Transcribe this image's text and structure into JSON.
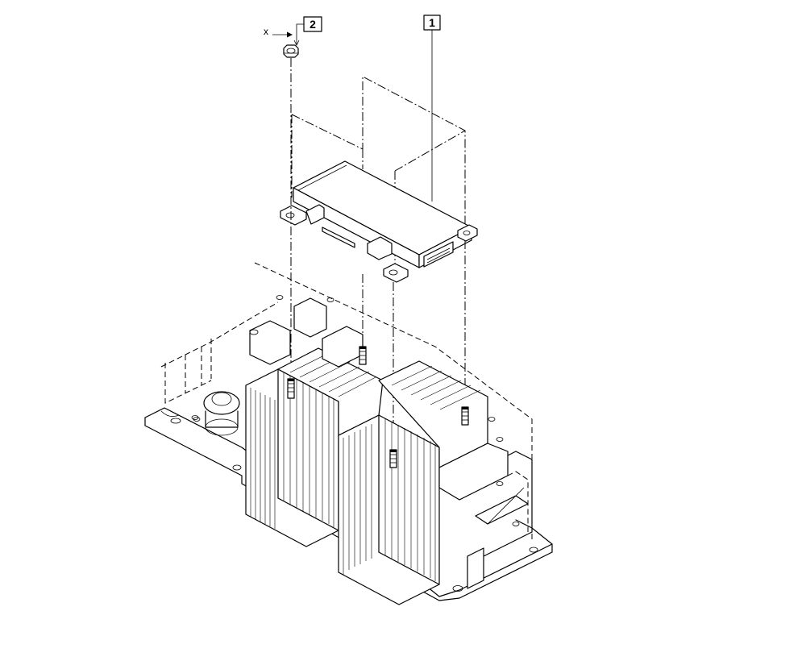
{
  "callouts": [
    {
      "id": "callout-1",
      "label": "1"
    },
    {
      "id": "callout-2",
      "label": "2"
    }
  ],
  "direction_marker": {
    "label": "x"
  }
}
